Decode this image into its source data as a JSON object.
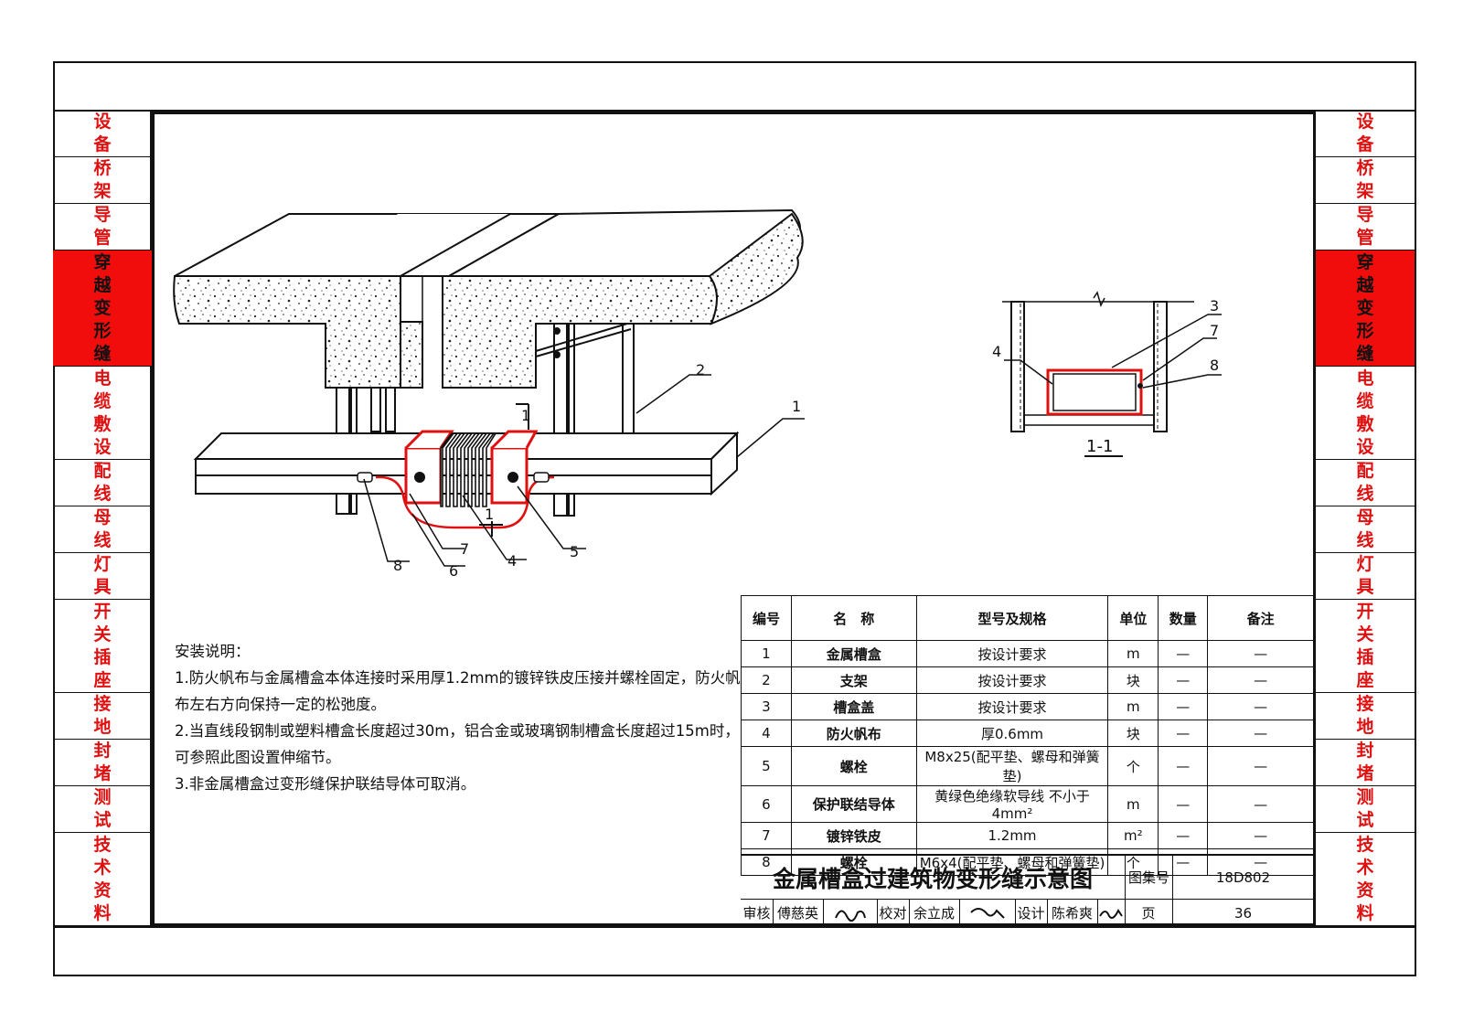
{
  "sidebar": {
    "items": [
      {
        "chars": [
          "设",
          "备"
        ],
        "active": false
      },
      {
        "chars": [
          "桥",
          "架"
        ],
        "active": false
      },
      {
        "chars": [
          "导",
          "管"
        ],
        "active": false
      },
      {
        "chars": [
          "穿",
          "越",
          "变",
          "形",
          "缝"
        ],
        "active": true
      },
      {
        "chars": [
          "电",
          "缆",
          "敷",
          "设"
        ],
        "active": false
      },
      {
        "chars": [
          "配",
          "线"
        ],
        "active": false
      },
      {
        "chars": [
          "母",
          "线"
        ],
        "active": false
      },
      {
        "chars": [
          "灯",
          "具"
        ],
        "active": false
      },
      {
        "chars": [
          "开",
          "关",
          "插",
          "座"
        ],
        "active": false
      },
      {
        "chars": [
          "接",
          "地"
        ],
        "active": false
      },
      {
        "chars": [
          "封",
          "堵"
        ],
        "active": false
      },
      {
        "chars": [
          "测",
          "试"
        ],
        "active": false
      },
      {
        "chars": [
          "技",
          "术",
          "资",
          "料"
        ],
        "active": false
      }
    ]
  },
  "diagram": {
    "callouts": [
      "1",
      "2",
      "4",
      "5",
      "6",
      "7",
      "8"
    ],
    "section_callouts": [
      "3",
      "4",
      "7",
      "8"
    ],
    "section_mark": "1",
    "section_title": "1-1"
  },
  "notes": {
    "heading": "安装说明：",
    "lines": [
      "1.防火帆布与金属槽盒本体连接时采用厚1.2mm的镀锌铁皮压接并螺栓固定，防火帆",
      "布左右方向保持一定的松弛度。",
      "2.当直线段钢制或塑料槽盒长度超过30m，铝合金或玻璃钢制槽盒长度超过15m时，",
      "可参照此图设置伸缩节。",
      "3.非金属槽盒过变形缝保护联结导体可取消。"
    ]
  },
  "bom": {
    "headers": [
      "编号",
      "名　称",
      "型号及规格",
      "单位",
      "数量",
      "备注"
    ],
    "rows": [
      [
        "1",
        "金属槽盒",
        "按设计要求",
        "m",
        "—",
        "—"
      ],
      [
        "2",
        "支架",
        "按设计要求",
        "块",
        "—",
        "—"
      ],
      [
        "3",
        "槽盒盖",
        "按设计要求",
        "m",
        "—",
        "—"
      ],
      [
        "4",
        "防火帆布",
        "厚0.6mm",
        "块",
        "—",
        "—"
      ],
      [
        "5",
        "螺栓",
        "M8x25(配平垫、螺母和弹簧垫)",
        "个",
        "—",
        "—"
      ],
      [
        "6",
        "保护联结导体",
        "黄绿色绝缘软导线 不小于4mm²",
        "m",
        "—",
        "—"
      ],
      [
        "7",
        "镀锌铁皮",
        "1.2mm",
        "m²",
        "—",
        "—"
      ],
      [
        "8",
        "螺栓",
        "M6x4(配平垫、螺母和弹簧垫)",
        "个",
        "—",
        "—"
      ]
    ]
  },
  "title_block": {
    "title": "金属槽盒过建筑物变形缝示意图",
    "atlas_label": "图集号",
    "atlas_no": "18D802",
    "review_label": "审核",
    "reviewer": "傅慈英",
    "check_label": "校对",
    "checker": "余立成",
    "design_label": "设计",
    "designer": "陈希爽",
    "page_label": "页",
    "page_no": "36"
  },
  "colors": {
    "accent_red": "#f20d0d",
    "line": "#111111"
  }
}
